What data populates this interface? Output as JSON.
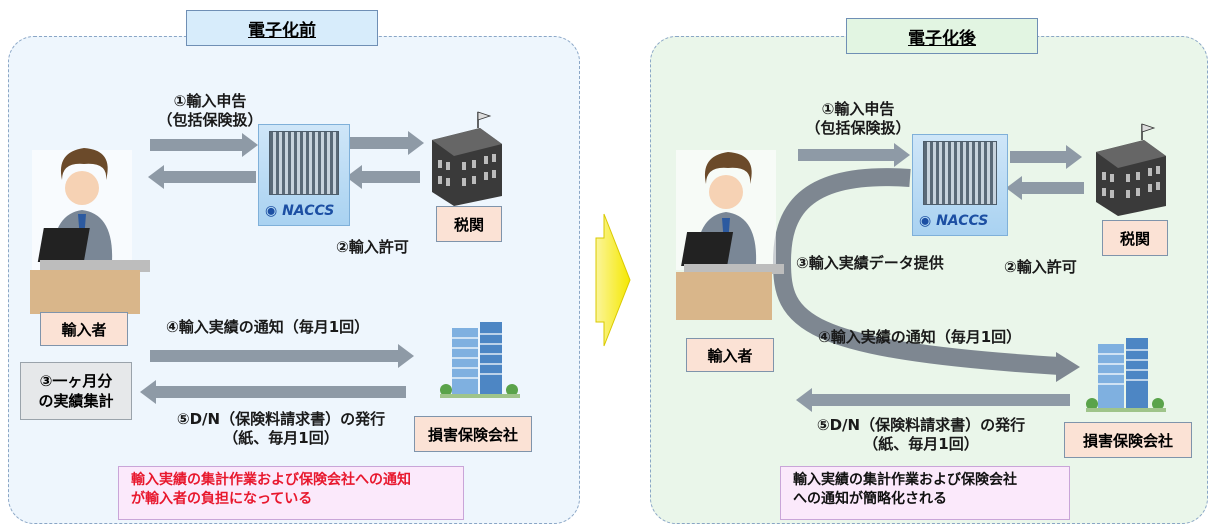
{
  "before": {
    "tab": "電子化前",
    "declare_line1": "①輸入申告",
    "declare_line2": "（包括保険扱）",
    "naccs": "NACCS",
    "customs": "税関",
    "permit": "②輸入許可",
    "importer": "輸入者",
    "notify": "④輸入実績の通知（毎月1回）",
    "monthly_line1": "③一ヶ月分",
    "monthly_line2": "の実績集計",
    "dn_line1": "⑤D/N（保険料請求書）の発行",
    "dn_line2": "（紙、毎月1回）",
    "insurer": "損害保険会社",
    "note_line1": "輸入実績の集計作業および保険会社への通知",
    "note_line2": "が輸入者の負担になっている"
  },
  "after": {
    "tab": "電子化後",
    "declare_line1": "①輸入申告",
    "declare_line2": "（包括保険扱）",
    "naccs": "NACCS",
    "customs": "税関",
    "data_provide": "③輸入実績データ提供",
    "permit": "②輸入許可",
    "importer": "輸入者",
    "notify": "④輸入実績の通知（毎月1回）",
    "dn_line1": "⑤D/N（保険料請求書）の発行",
    "dn_line2": "（紙、毎月1回）",
    "insurer": "損害保険会社",
    "note_line1": "輸入実績の集計作業および保険会社",
    "note_line2": "への通知が簡略化される"
  },
  "colors": {
    "before_panel": "#eef6fd",
    "after_panel": "#eaf6ea",
    "before_tab": "#d7ecfb",
    "after_tab": "#e2f5e2",
    "note_red": "#e8182e",
    "arrow": "#8e9aa6",
    "transition_arrow": "#f7f000"
  },
  "icons": [
    "person-at-laptop-icon",
    "building-icon",
    "office-tower-icon",
    "server-icon"
  ]
}
